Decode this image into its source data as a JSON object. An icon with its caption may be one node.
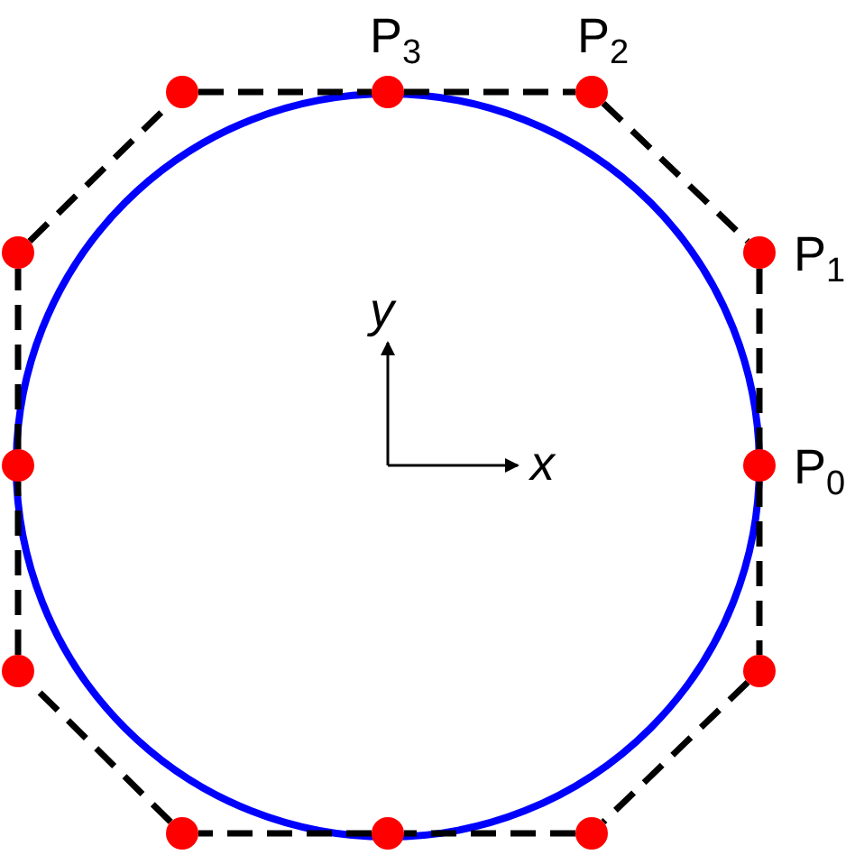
{
  "diagram": {
    "nodes": [
      {
        "text": [],
        "shape": "circle"
      },
      {
        "text": [],
        "shape": "circle",
        "beside": [
          "P$_{3}$"
        ]
      },
      {
        "text": [],
        "shape": "circle",
        "beside": [
          "P$_{2}$"
        ]
      },
      {
        "text": [],
        "shape": "circle"
      },
      {
        "text": [],
        "shape": "circle",
        "beside": [
          "P$_{1}$"
        ]
      },
      {
        "text": [],
        "shape": "circle"
      },
      {
        "text": [],
        "shape": "circle",
        "beside": [
          "P$_{0}$"
        ]
      },
      {
        "text": [],
        "shape": "circle"
      },
      {
        "text": [],
        "shape": "circle"
      },
      {
        "text": [],
        "shape": "circle"
      },
      {
        "text": [],
        "shape": "circle"
      },
      {
        "text": [],
        "shape": "circle"
      }
    ],
    "edges": [
      {
        "from": 0,
        "to": 1,
        "arrow": "none",
        "style": "dashed"
      },
      {
        "from": 1,
        "to": 2,
        "arrow": "none",
        "style": "dashed"
      },
      {
        "from": 2,
        "to": 4,
        "arrow": "none",
        "style": "dashed"
      },
      {
        "from": 4,
        "to": 6,
        "arrow": "none",
        "style": "dashed"
      },
      {
        "from": 6,
        "to": 8,
        "arrow": "none",
        "style": "dashed"
      },
      {
        "from": 8,
        "to": 11,
        "arrow": "none",
        "style": "dashed"
      },
      {
        "from": 11,
        "to": 10,
        "arrow": "none",
        "style": "dashed"
      },
      {
        "from": 10,
        "to": 9,
        "arrow": "none",
        "style": "dashed"
      },
      {
        "from": 9,
        "to": 7,
        "arrow": "none",
        "style": "dashed"
      },
      {
        "from": 7,
        "to": 5,
        "arrow": "none",
        "style": "dashed"
      },
      {
        "from": 5,
        "to": 3,
        "arrow": "none",
        "style": "dashed"
      },
      {
        "from": 3,
        "to": 0,
        "arrow": "none",
        "style": "dashed"
      }
    ],
    "labels": [
      "y",
      "x"
    ]
  }
}
